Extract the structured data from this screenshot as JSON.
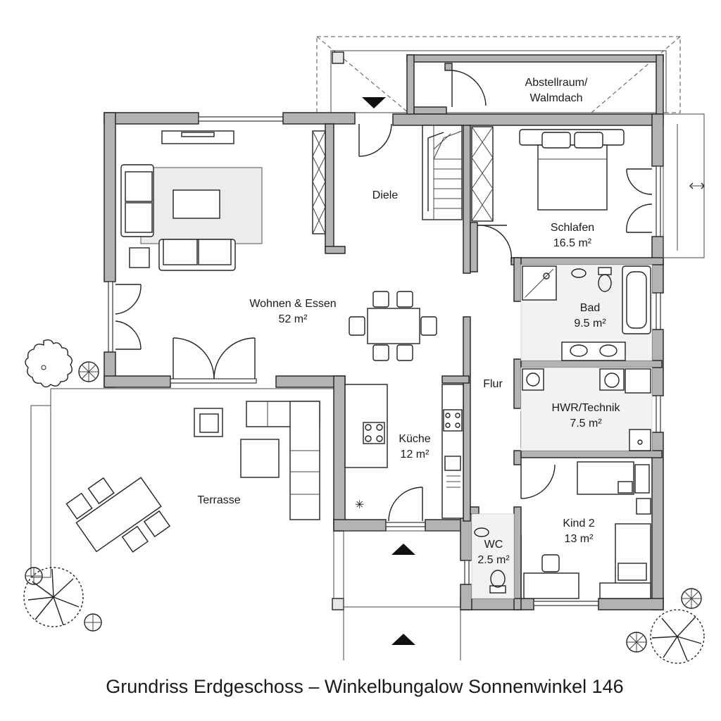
{
  "title": "Grundriss Erdgeschoss – Winkelbungalow Sonnenwinkel 146",
  "rooms": {
    "abstellraum": {
      "name": "Abstellraum/",
      "name2": "Walmdach"
    },
    "diele": {
      "name": "Diele"
    },
    "schlafen": {
      "name": "Schlafen",
      "area": "16.5 m²"
    },
    "wohnen": {
      "name": "Wohnen & Essen",
      "area": "52 m²"
    },
    "bad": {
      "name": "Bad",
      "area": "9.5 m²"
    },
    "flur": {
      "name": "Flur"
    },
    "hwr": {
      "name": "HWR/Technik",
      "area": "7.5 m²"
    },
    "kueche": {
      "name": "Küche",
      "area": "12 m²"
    },
    "terrasse": {
      "name": "Terrasse"
    },
    "kind2": {
      "name": "Kind 2",
      "area": "13 m²"
    },
    "wc": {
      "name": "WC",
      "area": "2.5 m²"
    }
  },
  "colors": {
    "wall": "#b3b3b3",
    "line": "#222222",
    "tile": "#f2f2f2"
  },
  "icons": [
    "entrance-arrow-icon",
    "tree-icon",
    "shrub-icon",
    "stove-icon",
    "sink-icon",
    "toilet-icon",
    "bathtub-icon",
    "shower-icon",
    "washing-machine-icon"
  ]
}
